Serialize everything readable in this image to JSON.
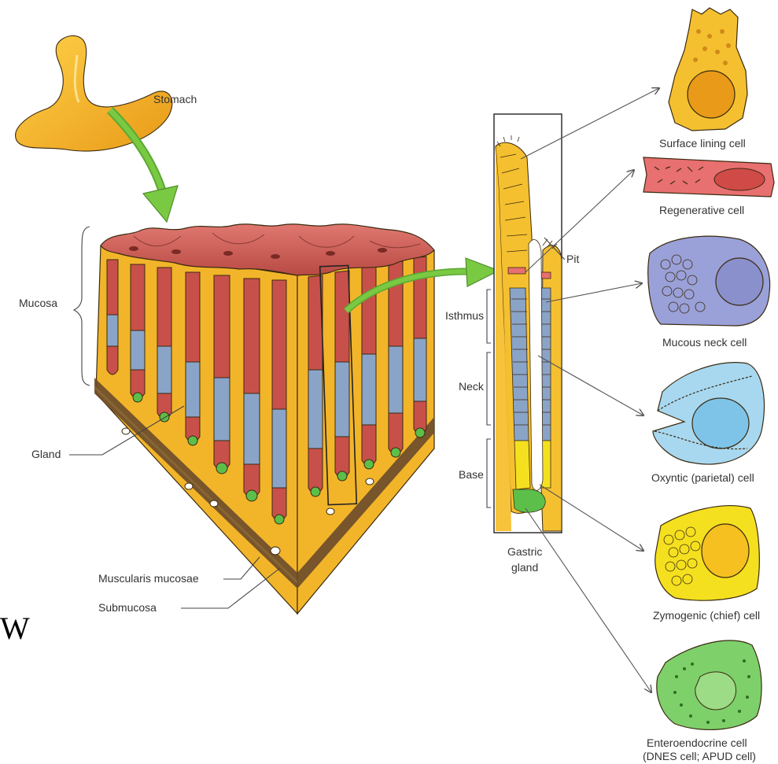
{
  "figure": {
    "labels": {
      "stomach": "Stomach",
      "mucosa": "Mucosa",
      "gland": "Gland",
      "muscularis_mucosae": "Muscularis mucosae",
      "submucosa": "Submucosa",
      "pit": "Pit",
      "isthmus": "Isthmus",
      "neck": "Neck",
      "base": "Base",
      "gastric_gland_1": "Gastric",
      "gastric_gland_2": "gland",
      "surface_lining_cell": "Surface lining cell",
      "regenerative_cell": "Regenerative cell",
      "mucous_neck_cell": "Mucous neck cell",
      "oxyntic_cell": "Oxyntic (parietal) cell",
      "zymogenic_cell": "Zymogenic (chief) cell",
      "enteroendocrine_cell_1": "Enteroendocrine cell",
      "enteroendocrine_cell_2": "(DNES cell; APUD cell)",
      "stray_letter": "W"
    },
    "colors": {
      "tissue_yellow": "#f5c030",
      "mucosa_red": "#c8504a",
      "surface_red": "#d46860",
      "neck_blue": "#8aa4c8",
      "base_green": "#5cbf4a",
      "muscle_brown": "#6a4a2a",
      "arrow_green": "#7ac943",
      "regenerative_pink": "#e87070",
      "mucous_neck_purple": "#9aa0d8",
      "oxyntic_blue": "#a8d8f0",
      "zymogenic_yellow": "#f5e020",
      "enteroendocrine_green": "#7ed06a"
    }
  }
}
